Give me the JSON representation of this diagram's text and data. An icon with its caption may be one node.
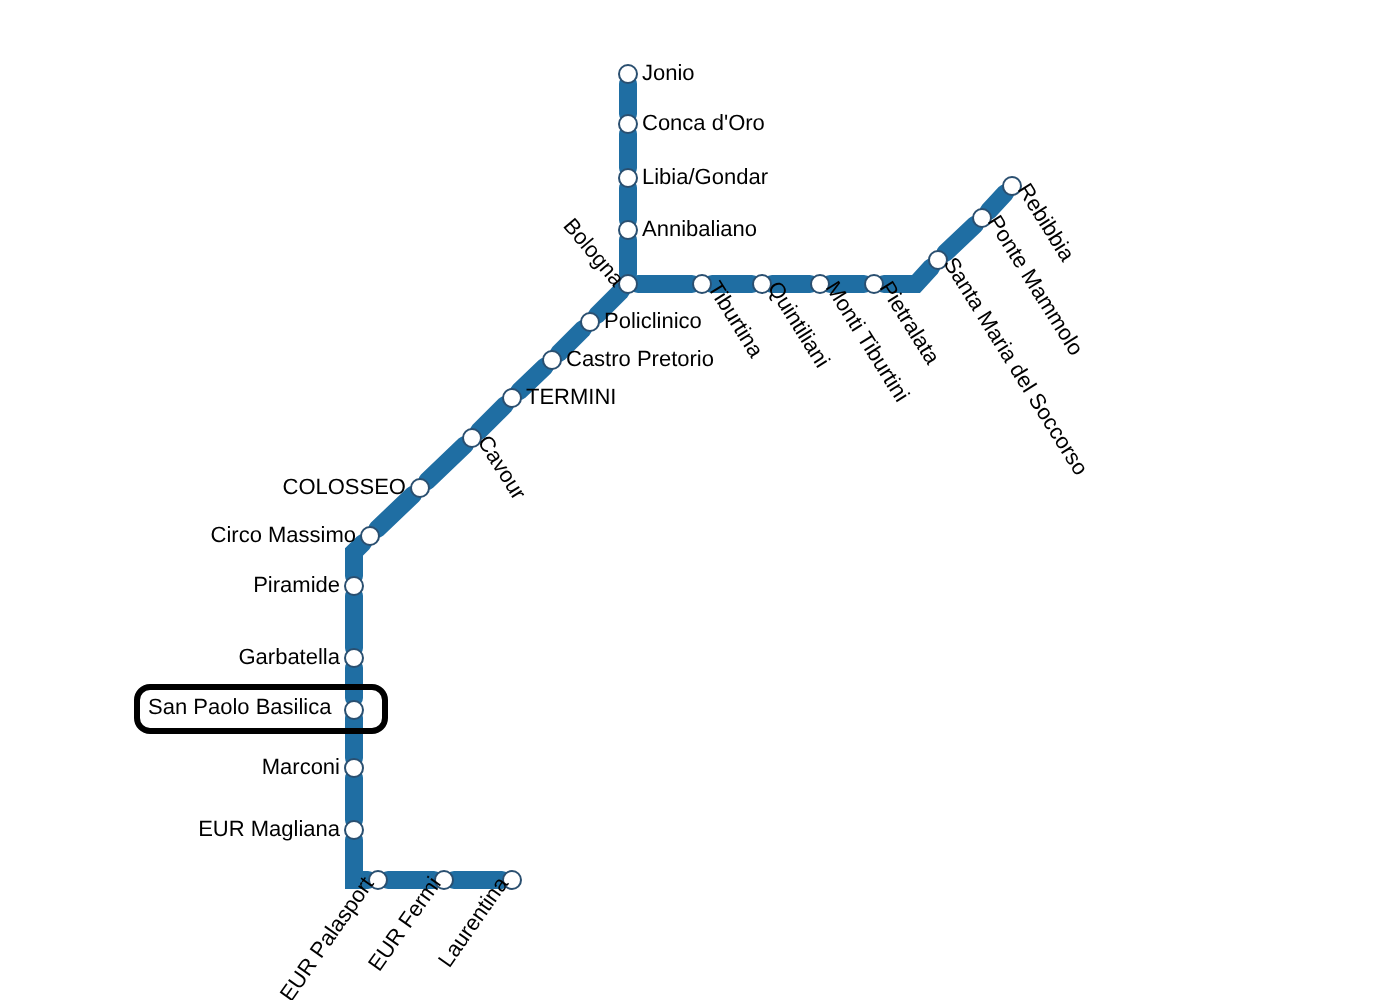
{
  "diagram": {
    "nodes": [
      {
        "text": [],
        "shape": "circle",
        "beside": [
          "Jonio"
        ]
      },
      {
        "text": [],
        "shape": "circle",
        "beside": [
          "Conca d'Oro"
        ]
      },
      {
        "text": [],
        "shape": "circle",
        "beside": [
          "Libia/Gondar"
        ]
      },
      {
        "text": [],
        "shape": "circle",
        "beside": [
          "Annibaliano"
        ]
      },
      {
        "text": [],
        "shape": "circle",
        "beside": [
          "Bologna"
        ]
      },
      {
        "text": [],
        "shape": "circle",
        "beside": [
          "Tiburtina"
        ]
      },
      {
        "text": [],
        "shape": "circle",
        "beside": [
          "Quintiliani"
        ]
      },
      {
        "text": [],
        "shape": "circle",
        "beside": [
          "Monti Tiburtini"
        ]
      },
      {
        "text": [],
        "shape": "circle",
        "beside": [
          "Pietralata"
        ]
      },
      {
        "text": [],
        "shape": "circle",
        "beside": [
          "Santa Maria del Soccorso"
        ]
      },
      {
        "text": [],
        "shape": "circle",
        "beside": [
          "Ponte Mammolo"
        ]
      },
      {
        "text": [],
        "shape": "circle",
        "beside": [
          "Rebibbia"
        ]
      },
      {
        "text": [],
        "shape": "circle",
        "beside": [
          "Policlinico"
        ]
      },
      {
        "text": [],
        "shape": "circle",
        "beside": [
          "Castro Pretorio"
        ]
      },
      {
        "text": [],
        "shape": "circle",
        "beside": [
          "TERMINI"
        ]
      },
      {
        "text": [],
        "shape": "circle",
        "beside": [
          "Cavour"
        ]
      },
      {
        "text": [],
        "shape": "circle",
        "beside": [
          "COLOSSEO"
        ]
      },
      {
        "text": [],
        "shape": "circle",
        "beside": [
          "Circo Massimo"
        ]
      },
      {
        "text": [],
        "shape": "circle",
        "beside": [
          "Piramide"
        ]
      },
      {
        "text": [],
        "shape": "circle",
        "beside": [
          "Garbatella"
        ]
      },
      {
        "text": [
          "San Paolo Basilica"
        ]
      },
      {
        "text": [],
        "shape": "circle",
        "in": 20
      },
      {
        "text": [],
        "shape": "circle",
        "beside": [
          "Marconi"
        ]
      },
      {
        "text": [],
        "shape": "circle",
        "beside": [
          "EUR Magliana"
        ]
      },
      {
        "text": [],
        "shape": "circle",
        "beside": [
          "EUR Palasport"
        ]
      },
      {
        "text": [],
        "shape": "circle",
        "beside": [
          "EUR Fermi"
        ]
      },
      {
        "text": [],
        "shape": "circle",
        "beside": [
          "Laurentina"
        ]
      }
    ],
    "edges": [
      {
        "from": 0,
        "to": 1,
        "arrow": "none"
      },
      {
        "from": 1,
        "to": 2,
        "arrow": "none"
      },
      {
        "from": 2,
        "to": 3,
        "arrow": "none"
      },
      {
        "from": 3,
        "to": 4,
        "arrow": "none"
      },
      {
        "from": 4,
        "to": 5,
        "arrow": "none"
      },
      {
        "from": 5,
        "to": 6,
        "arrow": "none"
      },
      {
        "from": 6,
        "to": 7,
        "arrow": "none"
      },
      {
        "from": 7,
        "to": 8,
        "arrow": "none"
      },
      {
        "from": 8,
        "to": 9,
        "arrow": "none"
      },
      {
        "from": 9,
        "to": 10,
        "arrow": "none"
      },
      {
        "from": 10,
        "to": 11,
        "arrow": "none"
      },
      {
        "from": 4,
        "to": 12,
        "arrow": "none"
      },
      {
        "from": 12,
        "to": 13,
        "arrow": "none"
      },
      {
        "from": 13,
        "to": 14,
        "arrow": "none"
      },
      {
        "from": 14,
        "to": 15,
        "arrow": "none"
      },
      {
        "from": 15,
        "to": 16,
        "arrow": "none"
      },
      {
        "from": 16,
        "to": 17,
        "arrow": "none"
      },
      {
        "from": 17,
        "to": 18,
        "arrow": "none"
      },
      {
        "from": 18,
        "to": 19,
        "arrow": "none"
      },
      {
        "from": 19,
        "to": 21,
        "arrow": "none"
      },
      {
        "from": 21,
        "to": 22,
        "arrow": "none"
      },
      {
        "from": 22,
        "to": 23,
        "arrow": "none"
      },
      {
        "from": 23,
        "to": 24,
        "arrow": "none"
      },
      {
        "from": 24,
        "to": 25,
        "arrow": "none"
      },
      {
        "from": 25,
        "to": 26,
        "arrow": "none"
      }
    ]
  }
}
